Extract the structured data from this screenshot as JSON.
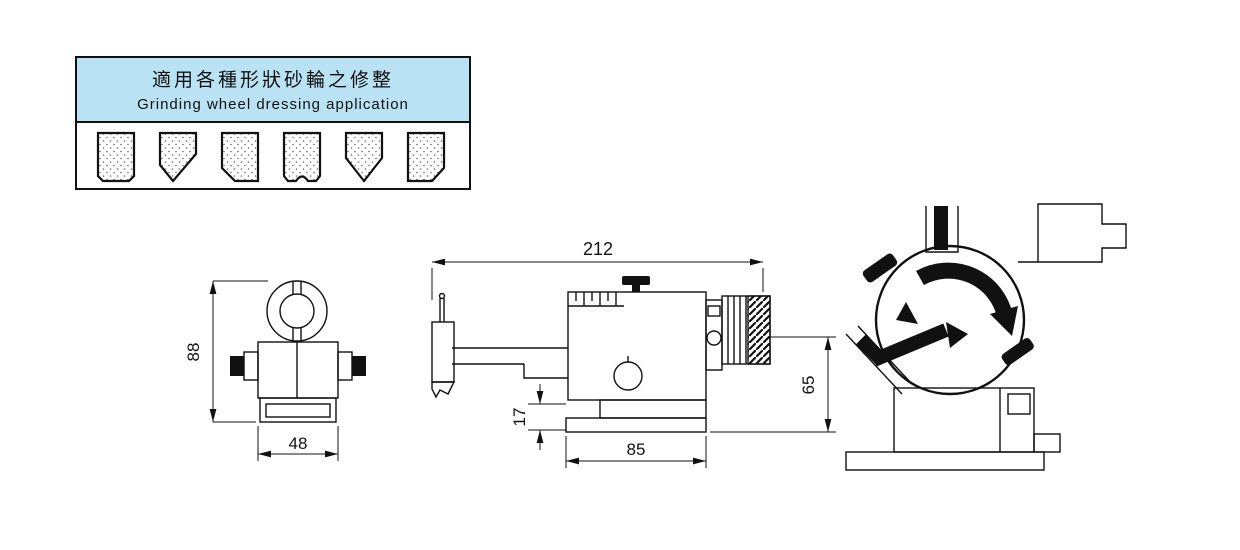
{
  "info_box": {
    "title_zh": "適用各種形狀砂輪之修整",
    "title_en": "Grinding wheel dressing application",
    "header_bg": "#b9e3f4",
    "profiles": [
      "flat-bottom",
      "v-bottom-left",
      "chamfer-left-bottom",
      "concave-bottom",
      "v-bottom",
      "chamfer-right-bottom"
    ]
  },
  "drawings": {
    "front_view": {
      "dims": {
        "height": "88",
        "width": "48"
      }
    },
    "side_view": {
      "dims": {
        "overall_width": "212",
        "height": "65",
        "step": "17",
        "base_width": "85"
      }
    },
    "mounted_view": {}
  }
}
